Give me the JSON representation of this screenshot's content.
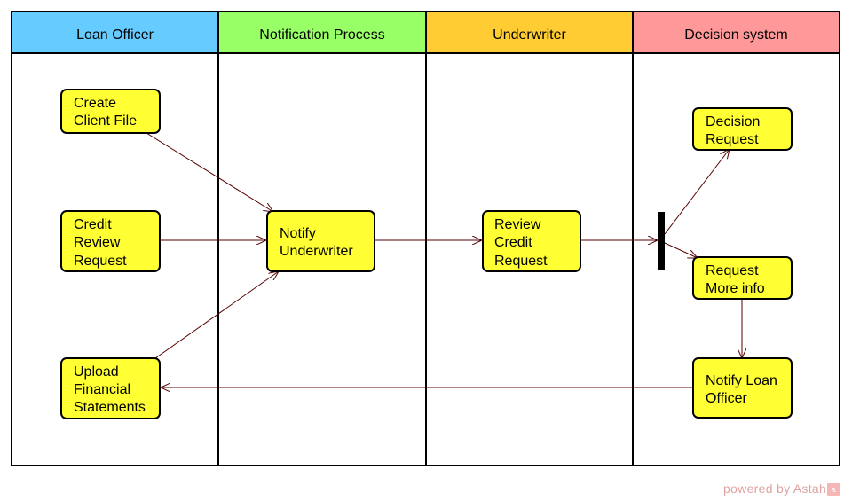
{
  "diagram": {
    "lanes": [
      {
        "id": "loan-officer",
        "title": "Loan Officer",
        "color": "#66ccff"
      },
      {
        "id": "notification-process",
        "title": "Notification Process",
        "color": "#99ff66"
      },
      {
        "id": "underwriter",
        "title": "Underwriter",
        "color": "#ffcc33"
      },
      {
        "id": "decision-system",
        "title": "Decision system",
        "color": "#ff9999"
      }
    ],
    "nodes": [
      {
        "id": "create-client-file",
        "lines": [
          "Create",
          "Client File"
        ]
      },
      {
        "id": "credit-review-request",
        "lines": [
          "Credit",
          "Review",
          "Request"
        ]
      },
      {
        "id": "upload-financial-statements",
        "lines": [
          "Upload",
          "Financial",
          "Statements"
        ]
      },
      {
        "id": "notify-underwriter",
        "lines": [
          "Notify",
          "Underwriter"
        ]
      },
      {
        "id": "review-credit-request",
        "lines": [
          "Review",
          "Credit",
          "Request"
        ]
      },
      {
        "id": "decision-request",
        "lines": [
          "Decision",
          "Request"
        ]
      },
      {
        "id": "request-more-info",
        "lines": [
          "Request",
          "More info"
        ]
      },
      {
        "id": "notify-loan-officer",
        "lines": [
          "Notify Loan",
          "Officer"
        ]
      }
    ],
    "node_fill": "#ffff33",
    "edge_color": "#550000"
  },
  "footer": {
    "text": "powered by Astah",
    "logo_icon": "astah-logo-icon",
    "color": "#e0a3a3"
  }
}
